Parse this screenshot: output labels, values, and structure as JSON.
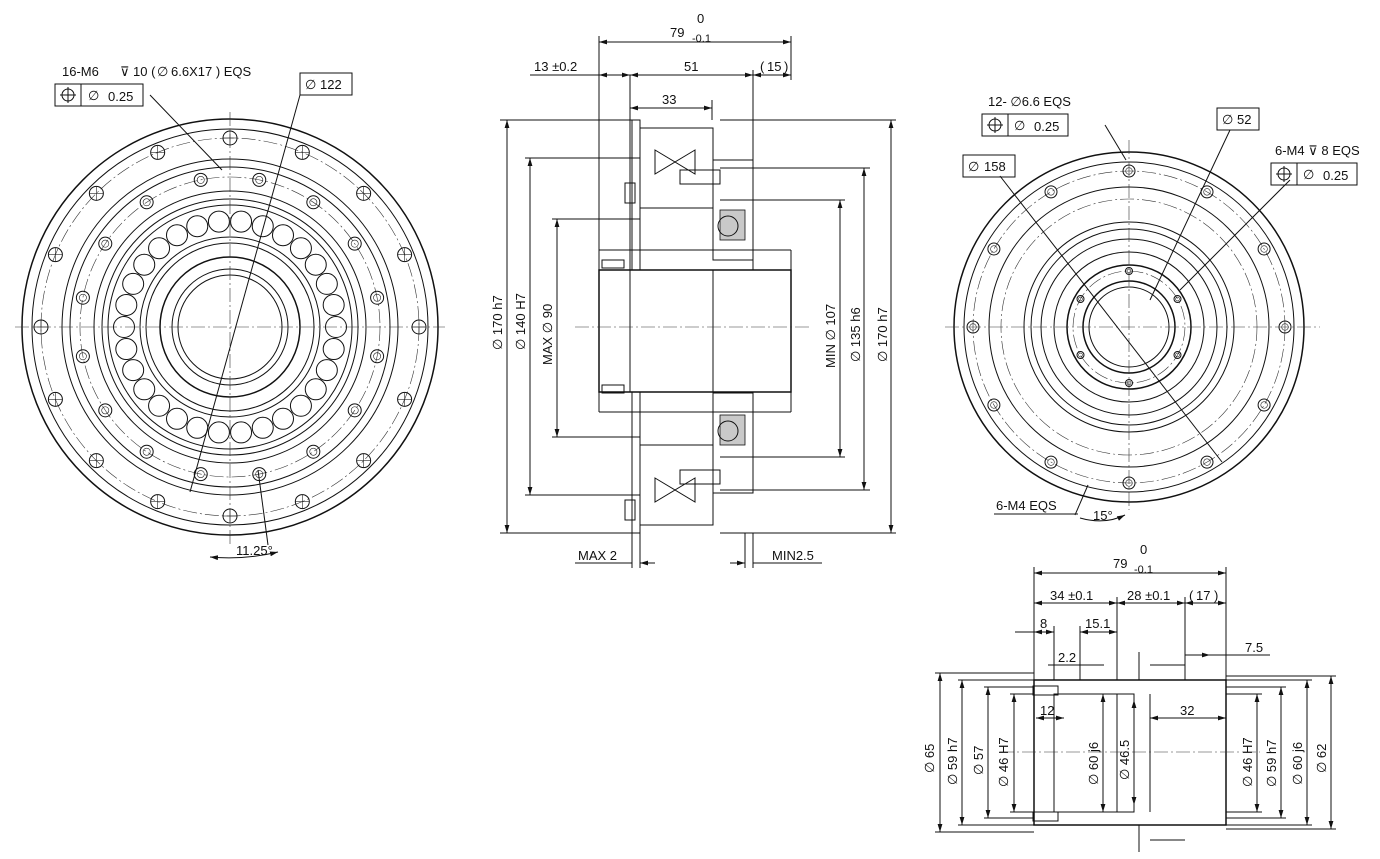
{
  "view1": {
    "callout_thread": "16-M6",
    "callout_depth": "10 (",
    "callout_cbore": "6.6X17 ) EQS",
    "fcf_tol": "0.25",
    "dia_box": "122",
    "angle": "11.25°"
  },
  "view2": {
    "top_zero": "0",
    "top_width": "79",
    "top_tol": "-0.1",
    "dim_13": "13 ±0.2",
    "dim_51": "51",
    "dim_15": "15",
    "dim_33": "33",
    "left_170": "170 h7",
    "left_140": "140 H7",
    "left_max": "MAX",
    "left_90": "90",
    "right_min": "MIN",
    "right_107": "107",
    "right_135": "135 h6",
    "right_170": "170 h7",
    "bottom_max": "MAX 2",
    "bottom_min": "MIN2.5"
  },
  "view3": {
    "c_holes": "12-",
    "c_holes_dia": "6.6 EQS",
    "fcf1_tol": "0.25",
    "dia52": "52",
    "dia158": "158",
    "m4_thread": "6-M4",
    "m4_depth": "8 EQS",
    "fcf2_tol": "0.25",
    "m4_eqs": "6-M4 EQS",
    "angle": "15°"
  },
  "view4": {
    "top_zero": "0",
    "top_width": "79",
    "top_tol": "-0.1",
    "dim_34": "34 ±0.1",
    "dim_28": "28 ±0.1",
    "dim_17": "17",
    "dim_8": "8",
    "dim_15_1": "15.1",
    "dim_2_2": "2.2",
    "dim_7_5": "7.5",
    "dim_12": "12",
    "dim_32": "32",
    "d65": "65",
    "d59h7_left": "59 h7",
    "d57": "57",
    "d46H7_left": "46 H7",
    "d60j6_left": "60 j6",
    "d46_5": "46.5",
    "d46H7_right": "46 H7",
    "d59h7_right": "59 h7",
    "d60j6_right": "60 j6",
    "d62": "62"
  }
}
